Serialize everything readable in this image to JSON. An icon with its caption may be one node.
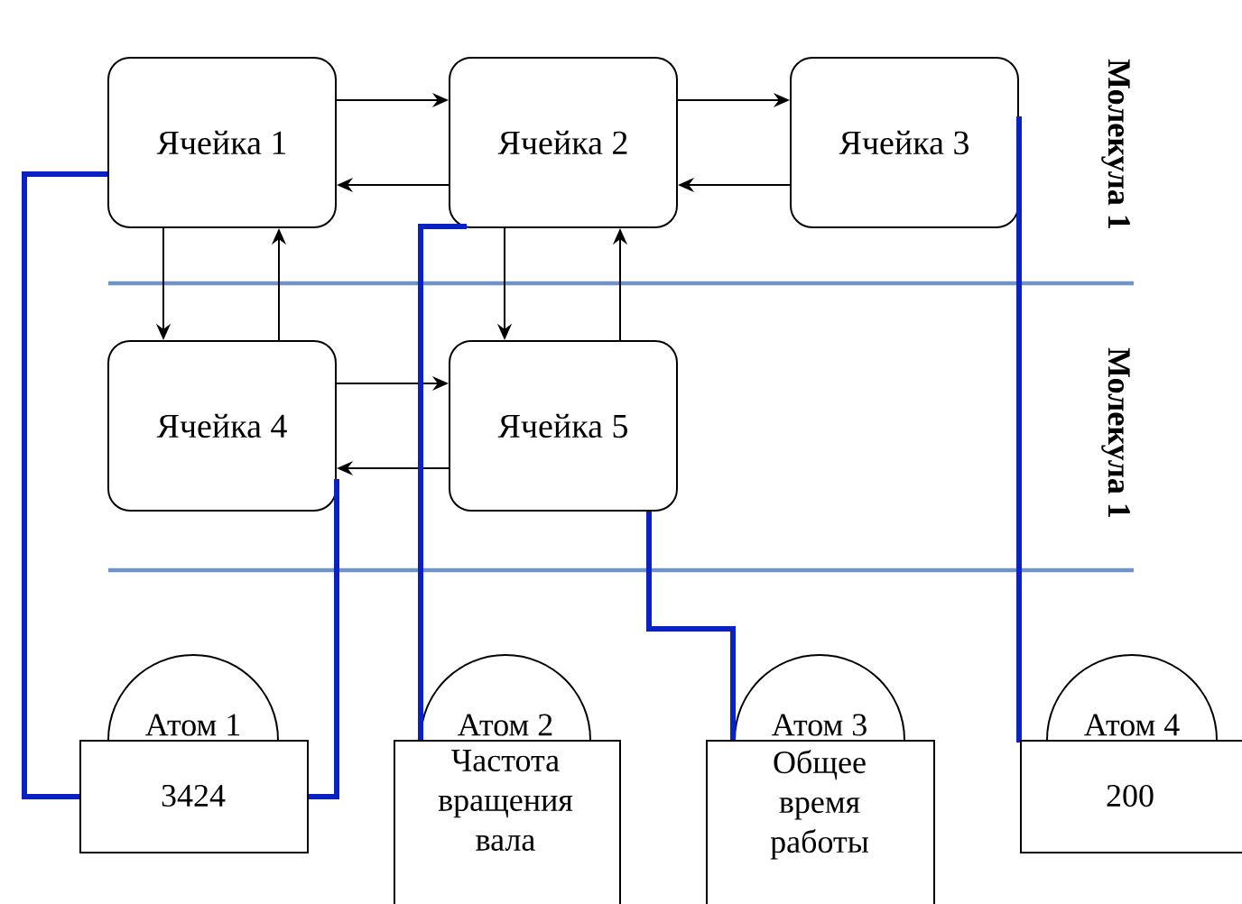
{
  "diagram": {
    "nodes": [
      {
        "text": [
          "Ячейка 1"
        ]
      },
      {
        "text": [
          "Ячейка 2"
        ]
      },
      {
        "text": [
          "Ячейка 3"
        ]
      },
      {
        "text": [
          "Ячейка 4"
        ]
      },
      {
        "text": [
          "Ячейка 5"
        ]
      },
      {
        "text": [
          "Атом 1",
          "3424"
        ]
      },
      {
        "text": [
          "Атом 2",
          "Частота вращения вала"
        ]
      },
      {
        "text": [
          "Атом 3",
          "Общее время работы"
        ]
      },
      {
        "text": [
          "Атом 4",
          "200"
        ]
      }
    ],
    "edges": [
      {
        "from": 0,
        "to": 1,
        "arrow": "to"
      },
      {
        "from": 1,
        "to": 0,
        "arrow": "to"
      },
      {
        "from": 1,
        "to": 2,
        "arrow": "to"
      },
      {
        "from": 2,
        "to": 1,
        "arrow": "to"
      },
      {
        "from": 0,
        "to": 3,
        "arrow": "to"
      },
      {
        "from": 3,
        "to": 0,
        "arrow": "to"
      },
      {
        "from": 1,
        "to": 4,
        "arrow": "to"
      },
      {
        "from": 4,
        "to": 1,
        "arrow": "to"
      },
      {
        "from": 3,
        "to": 4,
        "arrow": "to"
      },
      {
        "from": 4,
        "to": 3,
        "arrow": "to"
      },
      {
        "from": 0,
        "to": 5,
        "arrow": "none",
        "style": "thick",
        "color": "#0a22c2"
      },
      {
        "from": 3,
        "to": 5,
        "arrow": "none",
        "style": "thick",
        "color": "#0a22c2"
      },
      {
        "from": 1,
        "to": 6,
        "arrow": "none",
        "style": "thick",
        "color": "#0a22c2"
      },
      {
        "from": 4,
        "to": 7,
        "arrow": "none",
        "style": "thick",
        "color": "#0a22c2"
      },
      {
        "from": 2,
        "to": 8,
        "arrow": "none",
        "style": "thick",
        "color": "#0a22c2"
      }
    ],
    "labels": [
      "Молекула 1",
      "Молекула 1"
    ]
  }
}
